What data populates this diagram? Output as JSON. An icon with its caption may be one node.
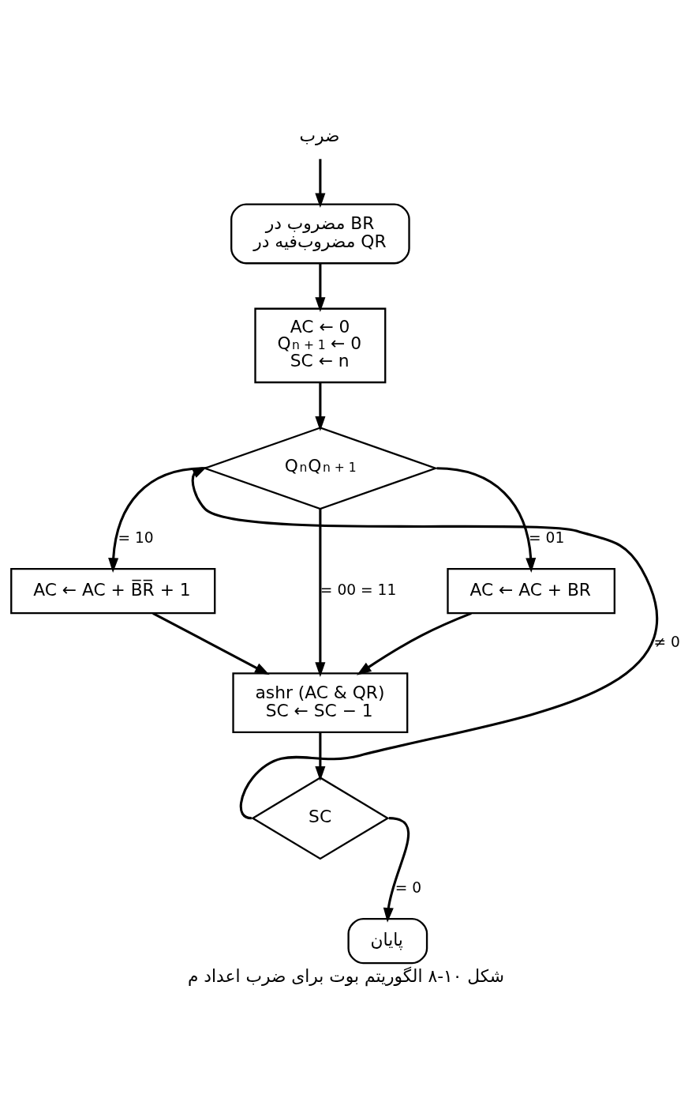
{
  "diagram": {
    "caption": "شکل ۱۰-۸ الگوریتم بوت برای ضرب اعداد م",
    "nodes": [
      {
        "text": [
          "ضرب"
        ]
      },
      {
        "text": [
          "مضروب در BR",
          "مضروب‌فیه در QR"
        ]
      },
      {
        "text": [
          "AC ← 0",
          "Q$_{n + 1}$ ← 0",
          "SC ← n"
        ]
      },
      {
        "text": [
          "Q$_{n}$Q$_{n + 1}$"
        ]
      },
      {
        "text": [
          "AC ← AC + B̅R̅ + 1"
        ]
      },
      {
        "text": [
          "AC ← AC + BR"
        ]
      },
      {
        "text": [
          "ashr (AC & QR)",
          "SC ← SC − 1"
        ]
      },
      {
        "text": [
          "SC"
        ]
      },
      {
        "text": [
          "پایان"
        ]
      }
    ],
    "edges": [
      {
        "from": 0,
        "to": 1,
        "arrow": "to"
      },
      {
        "from": 1,
        "to": 2,
        "arrow": "to"
      },
      {
        "from": 2,
        "to": 3,
        "arrow": "to"
      },
      {
        "from": 3,
        "to": 4,
        "arrow": "to",
        "label": "= 10"
      },
      {
        "from": 3,
        "to": 6,
        "arrow": "to",
        "label": "= 00 = 11"
      },
      {
        "from": 3,
        "to": 5,
        "arrow": "to",
        "label": "= 01"
      },
      {
        "from": 4,
        "to": 6,
        "arrow": "to"
      },
      {
        "from": 5,
        "to": 6,
        "arrow": "to"
      },
      {
        "from": 6,
        "to": 7,
        "arrow": "to"
      },
      {
        "from": 7,
        "to": 3,
        "arrow": "to",
        "label": "≠ 0"
      },
      {
        "from": 7,
        "to": 8,
        "arrow": "to",
        "label": "= 0"
      }
    ]
  }
}
